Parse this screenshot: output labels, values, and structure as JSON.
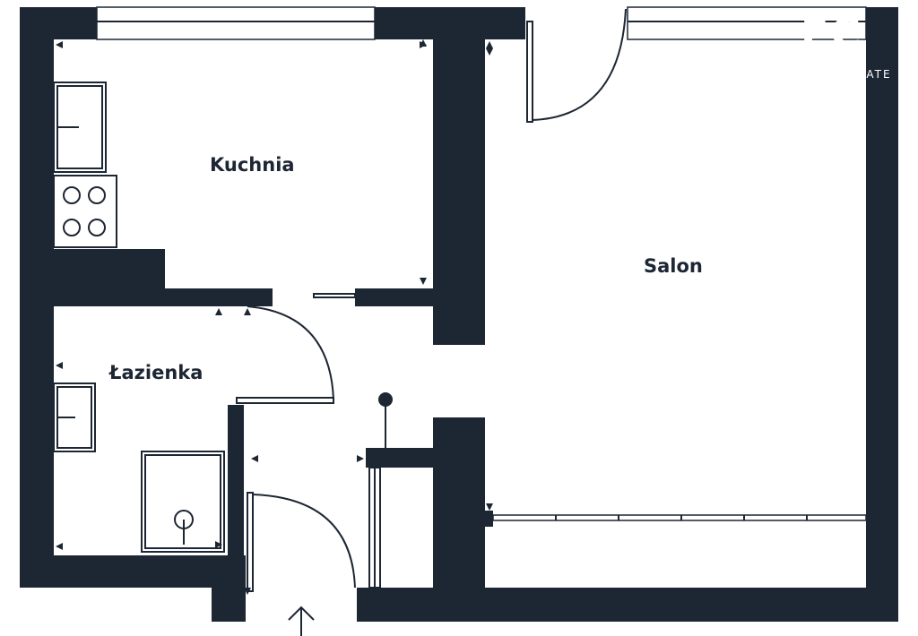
{
  "rooms": {
    "kitchen": "Kuchnia",
    "living": "Salon",
    "bathroom": "Łazienka"
  },
  "logo": {
    "main": "EC",
    "sub": "TATE"
  },
  "colors": {
    "wall": "#1d2633",
    "background": "#ffffff"
  },
  "icons": [
    "entrance-arrow-icon",
    "sink-icon",
    "stove-icon",
    "shower-icon",
    "intercom-icon"
  ]
}
